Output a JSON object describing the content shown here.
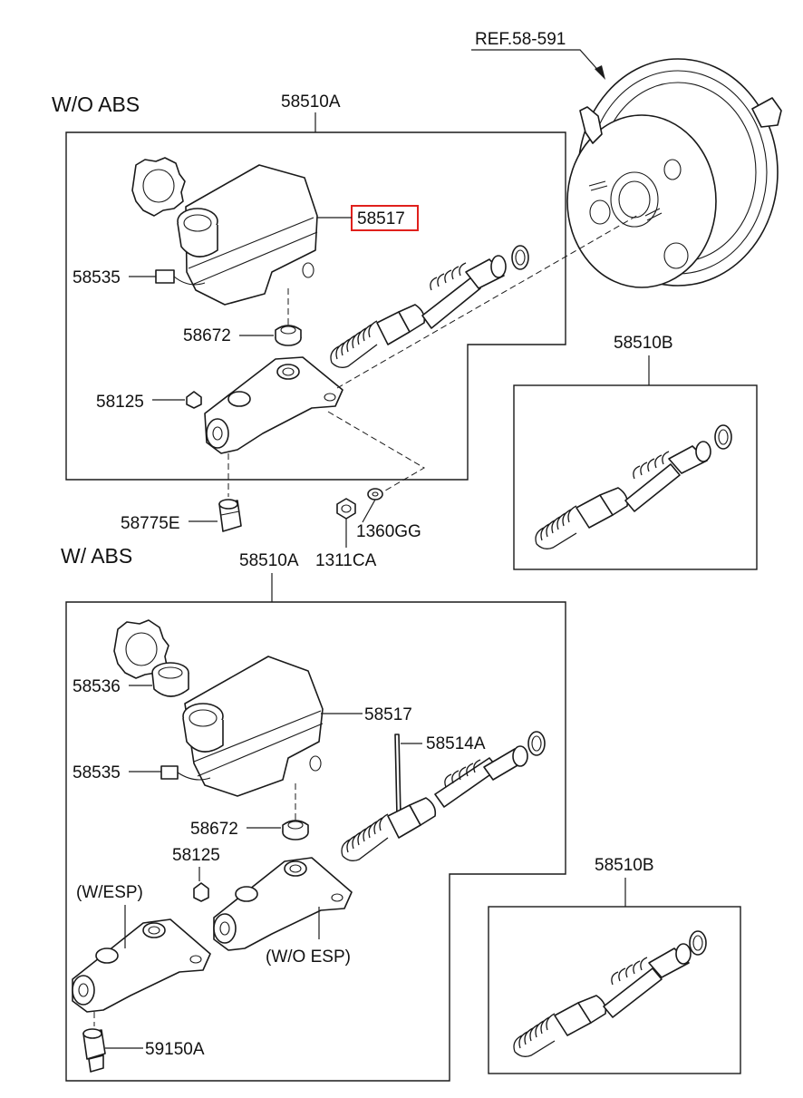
{
  "sections": {
    "wo_abs": "W/O ABS",
    "w_abs": "W/ ABS"
  },
  "labels": {
    "ref": "REF.58-591",
    "top_assembly": "58510A",
    "top_reservoir": "58517",
    "top_sensor": "58535",
    "top_grommet": "58672",
    "top_plug": "58125",
    "top_fitting": "58775E",
    "top_nut": "1311CA",
    "top_washer": "1360GG",
    "top_kit": "58510B",
    "bot_assembly": "58510A",
    "bot_cap_seal": "58536",
    "bot_reservoir": "58517",
    "bot_pin": "58514A",
    "bot_sensor": "58535",
    "bot_grommet": "58672",
    "bot_plug": "58125",
    "bot_wesp": "(W/ESP)",
    "bot_woesp": "(W/O ESP)",
    "bot_switch": "59150A",
    "bot_kit": "58510B"
  },
  "highlight": {
    "label": "58517",
    "color": "#e0201c"
  }
}
